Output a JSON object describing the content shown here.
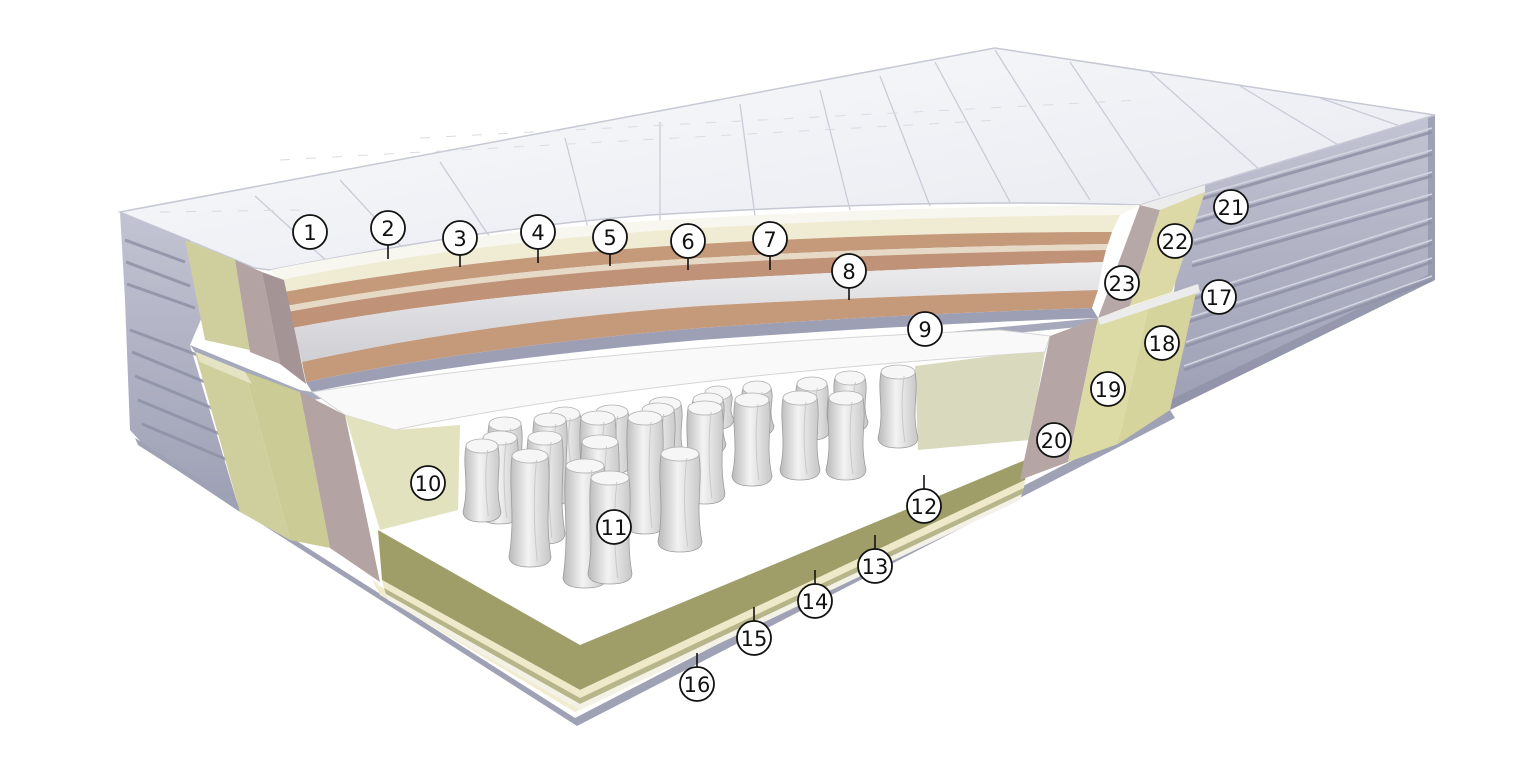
{
  "callouts": [
    {
      "label": "1"
    },
    {
      "label": "2"
    },
    {
      "label": "3"
    },
    {
      "label": "4"
    },
    {
      "label": "5"
    },
    {
      "label": "6"
    },
    {
      "label": "7"
    },
    {
      "label": "8"
    },
    {
      "label": "9"
    },
    {
      "label": "10"
    },
    {
      "label": "11"
    },
    {
      "label": "12"
    },
    {
      "label": "13"
    },
    {
      "label": "14"
    },
    {
      "label": "15"
    },
    {
      "label": "16"
    },
    {
      "label": "17"
    },
    {
      "label": "18"
    },
    {
      "label": "19"
    },
    {
      "label": "20"
    },
    {
      "label": "21"
    },
    {
      "label": "22"
    },
    {
      "label": "23"
    }
  ],
  "colors": {
    "quilted_top": "#f4f6f9",
    "quilt_lines": "#c9cbd8",
    "side_panel": "#b3b5c6",
    "side_stripe": "#9597ab",
    "comfort_layer": "#f0ecd4",
    "copper_layer": "#c59a7b",
    "gel_layer": "#dadadd",
    "border_foam": "#cfcf9e",
    "border_foam_dark": "#8f8c5a",
    "edge_panel": "#b7a8a8",
    "pocket_spring": "#e4e4e4",
    "base_foam": "#a1a06a"
  }
}
